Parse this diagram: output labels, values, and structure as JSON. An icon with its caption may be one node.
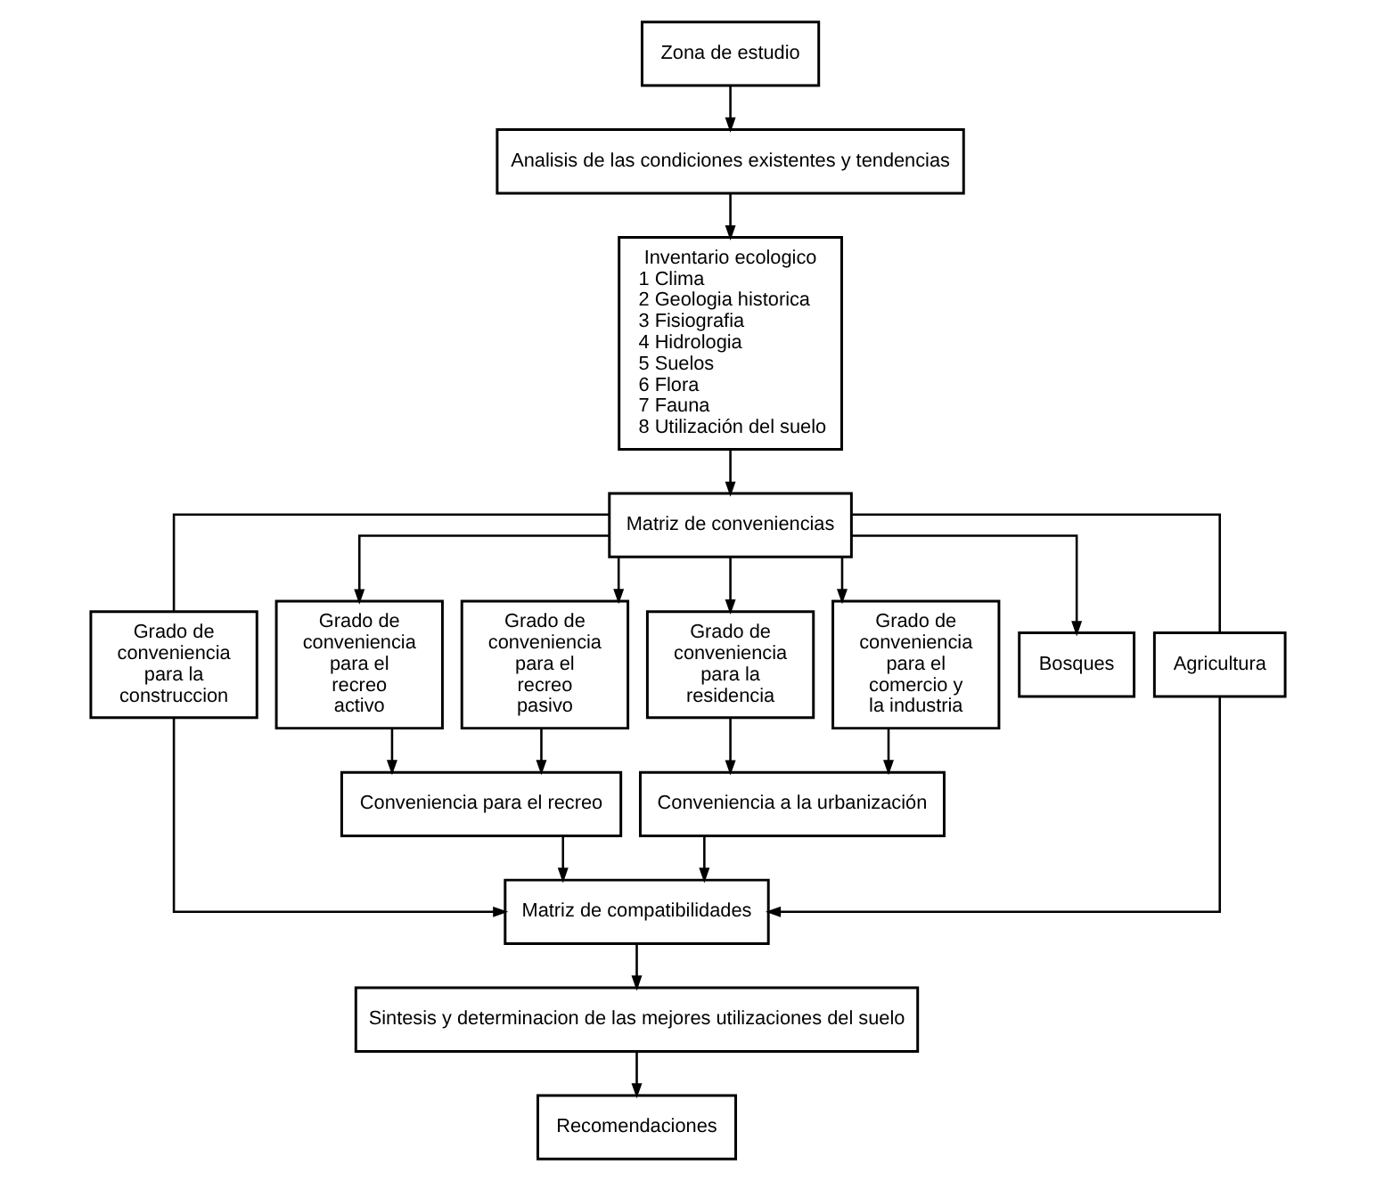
{
  "diagram": {
    "nodes": [
      {
        "text": [
          "Zona de estudio"
        ]
      },
      {
        "text": [
          "Analisis de las condiciones existentes y tendencias"
        ]
      },
      {
        "text": [
          "Inventario ecologico",
          "1 Clima",
          "2 Geologia historica",
          "3 Fisiografia",
          "4 Hidrologia",
          "5 Suelos",
          "6 Flora",
          "7 Fauna",
          "8 Utilización del suelo"
        ]
      },
      {
        "text": [
          "Matriz de conveniencias"
        ]
      },
      {
        "text": [
          "Grado de conveniencia para la construccion"
        ]
      },
      {
        "text": [
          "Grado de conveniencia para el recreo activo"
        ]
      },
      {
        "text": [
          "Grado de conveniencia para el recreo pasivo"
        ]
      },
      {
        "text": [
          "Grado de conveniencia para la residencia"
        ]
      },
      {
        "text": [
          "Grado de conveniencia para el comercio y la industria"
        ]
      },
      {
        "text": [
          "Bosques"
        ]
      },
      {
        "text": [
          "Agricultura"
        ]
      },
      {
        "text": [
          "Conveniencia para el recreo"
        ]
      },
      {
        "text": [
          "Conveniencia a la urbanización"
        ]
      },
      {
        "text": [
          "Matriz de compatibilidades"
        ]
      },
      {
        "text": [
          "Sintesis y determinacion de las mejores utilizaciones del suelo"
        ]
      },
      {
        "text": [
          "Recomendaciones"
        ]
      }
    ],
    "edges": [
      {
        "from": 0,
        "to": 1,
        "arrow": "to"
      },
      {
        "from": 1,
        "to": 2,
        "arrow": "to"
      },
      {
        "from": 2,
        "to": 3,
        "arrow": "to"
      },
      {
        "from": 3,
        "to": 4,
        "arrow": "none"
      },
      {
        "from": 3,
        "to": 5,
        "arrow": "to"
      },
      {
        "from": 3,
        "to": 6,
        "arrow": "to"
      },
      {
        "from": 3,
        "to": 7,
        "arrow": "to"
      },
      {
        "from": 3,
        "to": 8,
        "arrow": "to"
      },
      {
        "from": 3,
        "to": 9,
        "arrow": "to"
      },
      {
        "from": 3,
        "to": 10,
        "arrow": "none"
      },
      {
        "from": 5,
        "to": 11,
        "arrow": "to"
      },
      {
        "from": 6,
        "to": 11,
        "arrow": "to"
      },
      {
        "from": 7,
        "to": 12,
        "arrow": "to"
      },
      {
        "from": 8,
        "to": 12,
        "arrow": "to"
      },
      {
        "from": 4,
        "to": 13,
        "arrow": "to"
      },
      {
        "from": 11,
        "to": 13,
        "arrow": "to"
      },
      {
        "from": 12,
        "to": 13,
        "arrow": "to"
      },
      {
        "from": 10,
        "to": 13,
        "arrow": "to"
      },
      {
        "from": 13,
        "to": 14,
        "arrow": "to"
      },
      {
        "from": 14,
        "to": 15,
        "arrow": "to"
      }
    ]
  }
}
